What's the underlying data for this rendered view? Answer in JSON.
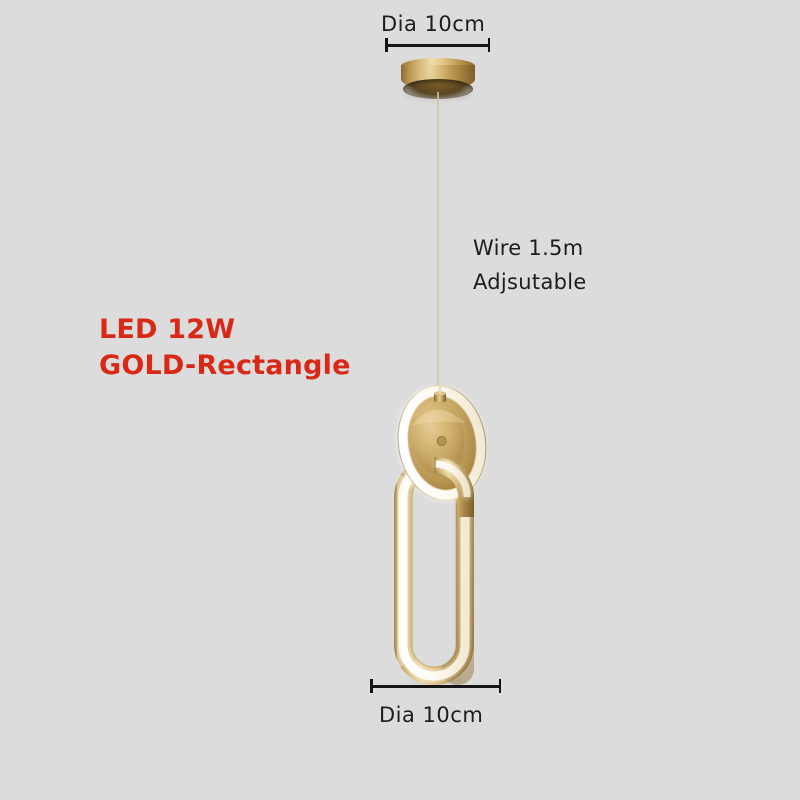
{
  "product": {
    "spec_badge": {
      "line1": "LED 12W",
      "line2": "GOLD-Rectangle",
      "color": "#d92916"
    },
    "wire_note": {
      "line1": "Wire 1.5m",
      "line2": "Adjsutable"
    },
    "dimensions": {
      "top_label": "Dia 10cm",
      "bottom_label": "Dia 10cm"
    },
    "colors": {
      "background": "#dcdcdc",
      "gold_light": "#eeddab",
      "gold_mid": "#c9a761",
      "gold_dark": "#7d5f2c",
      "led_white": "#fdfaf2",
      "text_dark": "#1d1d1d",
      "accent_red": "#d92916"
    },
    "parts": {
      "canopy": "ceiling-canopy",
      "wire": "suspension-wire",
      "upper_ring": "tilted-oval-ring",
      "lower_ring": "vertical-oval-ring"
    }
  }
}
